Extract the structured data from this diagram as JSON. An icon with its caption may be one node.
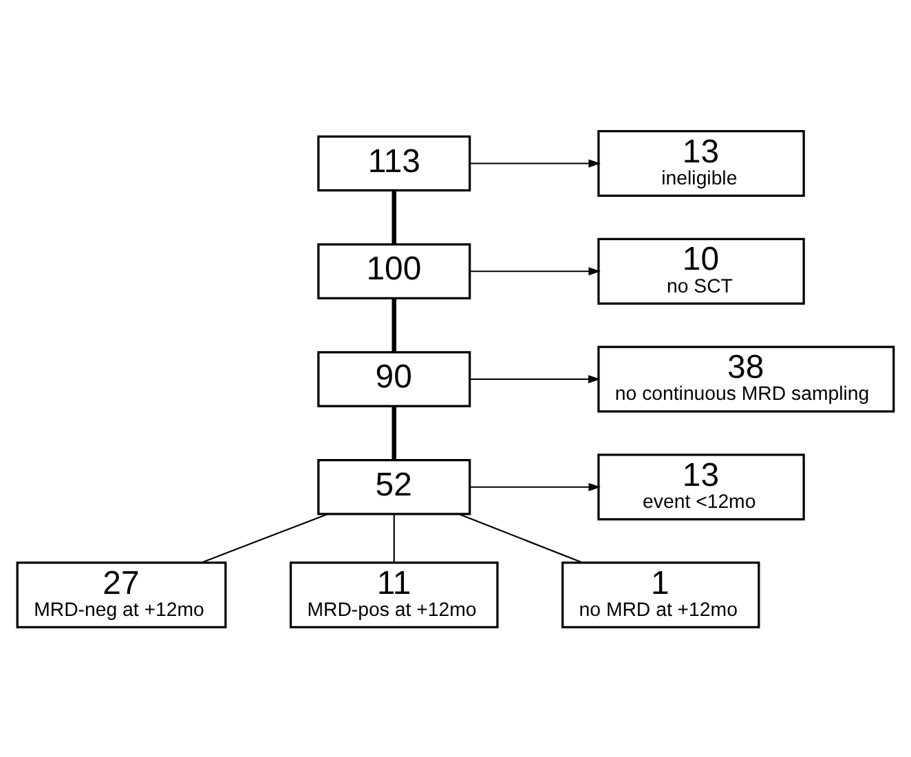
{
  "diagram": {
    "nodes": [
      {
        "text": [
          "113"
        ]
      },
      {
        "text": [
          "13",
          "ineligible"
        ]
      },
      {
        "text": [
          "100"
        ]
      },
      {
        "text": [
          "10",
          "no SCT"
        ]
      },
      {
        "text": [
          "90"
        ]
      },
      {
        "text": [
          "38",
          "no continuous MRD sampling"
        ]
      },
      {
        "text": [
          "52"
        ]
      },
      {
        "text": [
          "13",
          "event <12mo"
        ]
      },
      {
        "text": [
          "27",
          "MRD-neg at +12mo"
        ]
      },
      {
        "text": [
          "11",
          "MRD-pos at +12mo"
        ]
      },
      {
        "text": [
          "1",
          "no MRD at +12mo"
        ]
      }
    ],
    "edges": [
      {
        "from": 0,
        "to": 1,
        "arrow": "to"
      },
      {
        "from": 0,
        "to": 2,
        "arrow": "none",
        "style": "thick"
      },
      {
        "from": 2,
        "to": 3,
        "arrow": "to"
      },
      {
        "from": 2,
        "to": 4,
        "arrow": "none",
        "style": "thick"
      },
      {
        "from": 4,
        "to": 5,
        "arrow": "to"
      },
      {
        "from": 4,
        "to": 6,
        "arrow": "none",
        "style": "thick"
      },
      {
        "from": 6,
        "to": 7,
        "arrow": "to"
      },
      {
        "from": 6,
        "to": 8,
        "arrow": "none"
      },
      {
        "from": 6,
        "to": 9,
        "arrow": "none"
      },
      {
        "from": 6,
        "to": 10,
        "arrow": "none"
      }
    ]
  }
}
